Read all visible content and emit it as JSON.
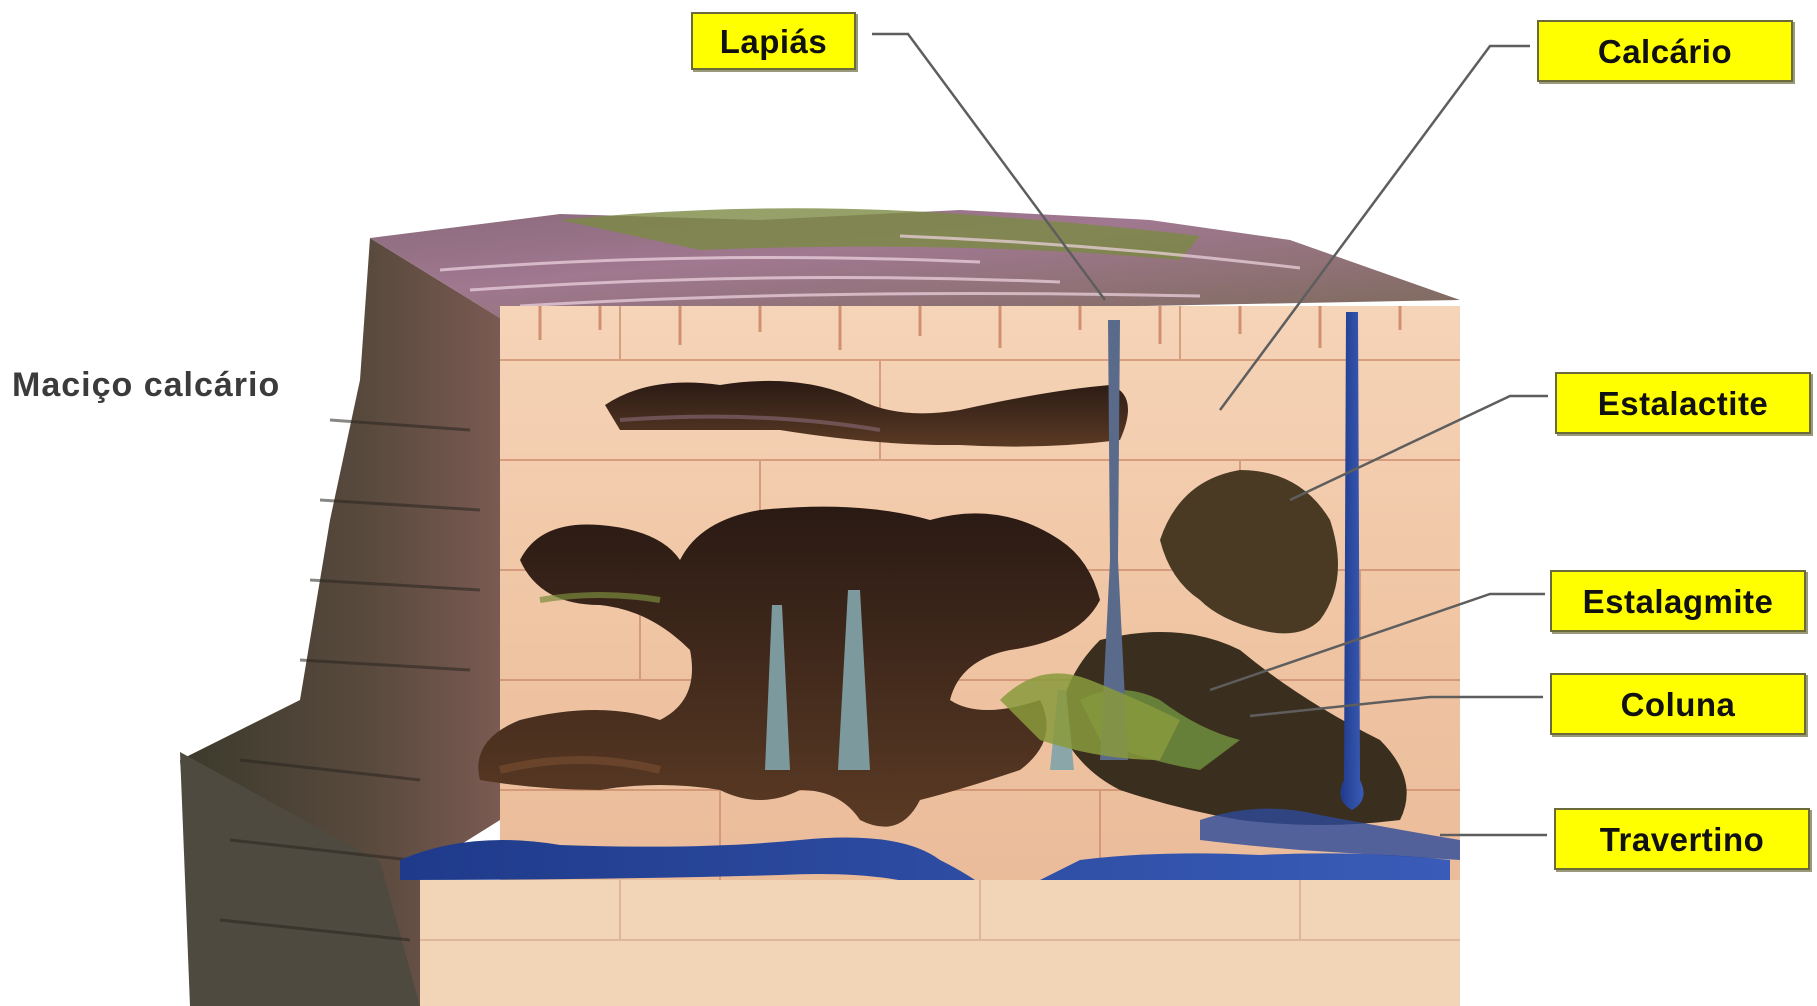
{
  "labels": {
    "lapias": "Lapiás",
    "calcario": "Calcário",
    "estalactite": "Estalactite",
    "estalagmite": "Estalagmite",
    "coluna": "Coluna",
    "travertino": "Travertino",
    "macico": "Maciço calcário"
  },
  "colors": {
    "label_fill": "#ffff00",
    "limestone": "#f2c9a8",
    "cave": "#3a2418",
    "water": "#2d4a9a",
    "grass": "#6f8a3c"
  }
}
